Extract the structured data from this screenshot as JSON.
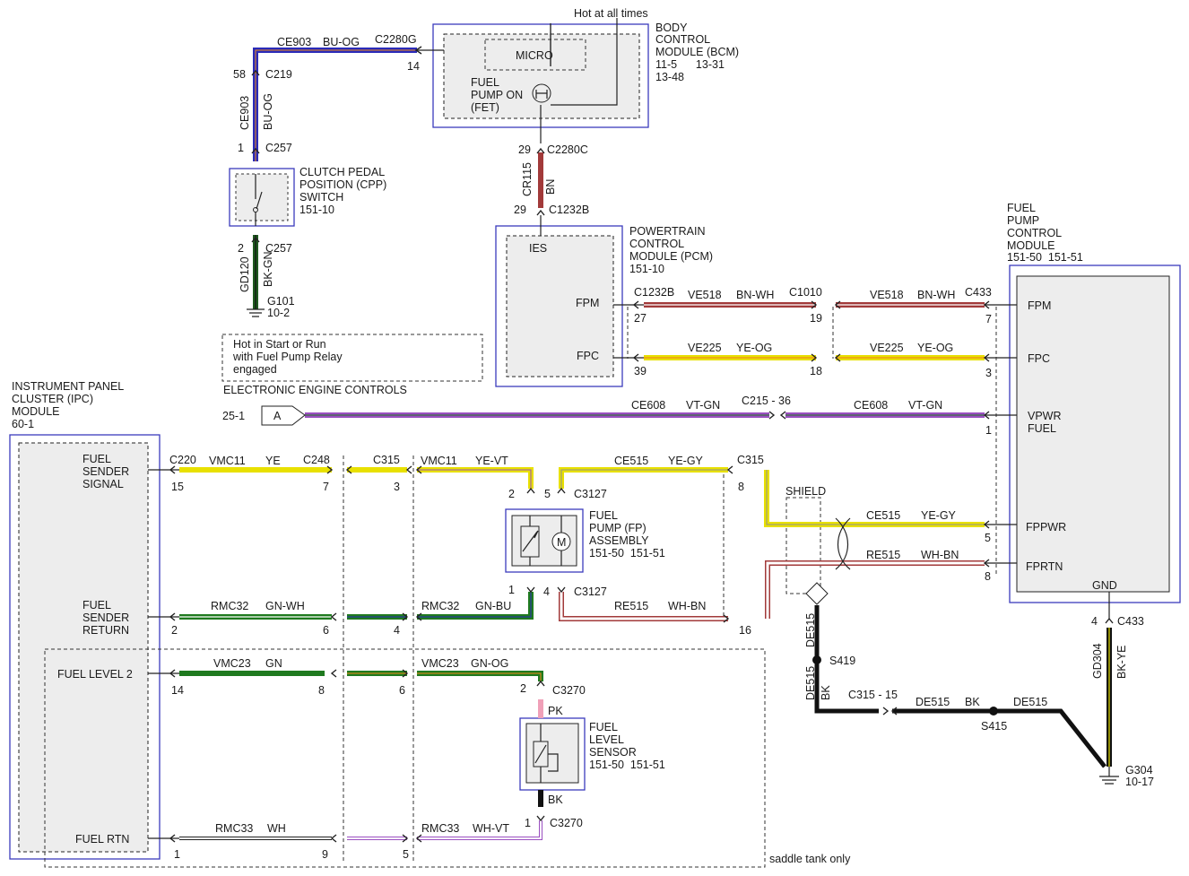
{
  "labels": {
    "hot_all_times": "Hot at all times",
    "bcm": [
      "BODY",
      "CONTROL",
      "MODULE (BCM)",
      "11-5      13-31",
      "13-48"
    ],
    "micro": "MICRO",
    "fet": [
      "FUEL",
      "PUMP ON",
      "(FET)"
    ],
    "ce903_top": "CE903",
    "buog_top": "BU-OG",
    "c2280g": "C2280G",
    "pin_14": "14",
    "pin_58": "58",
    "c219": "C219",
    "ce903_v": "CE903",
    "buog_v": "BU-OG",
    "pin_1_c257": "1",
    "c257_top": "C257",
    "cpp": [
      "CLUTCH PEDAL",
      "POSITION (CPP)",
      "SWITCH",
      "151-10"
    ],
    "pin_2_c257": "2",
    "c257_bot": "C257",
    "gd120": "GD120",
    "bkgn": "BK-GN",
    "g101": [
      "G101",
      "10-2"
    ],
    "hot_start": [
      "Hot in Start or Run",
      "with Fuel Pump Relay",
      "engaged"
    ],
    "eec": "ELECTRONIC ENGINE CONTROLS",
    "pin_29_top": "29",
    "c2280c": "C2280C",
    "cr115": "CR115",
    "bn": "BN",
    "pin_29_bot": "29",
    "c1232b_top": "C1232B",
    "pcm": [
      "POWERTRAIN",
      "CONTROL",
      "MODULE (PCM)",
      "151-10"
    ],
    "ies": "IES",
    "fpm_pcm": "FPM",
    "fpc_pcm": "FPC",
    "fpcm": [
      "FUEL",
      "PUMP",
      "CONTROL",
      "MODULE",
      "151-50  151-51"
    ],
    "c1232b_fpm": "C1232B",
    "ve518_a": "VE518",
    "bnwh_a": "BN-WH",
    "c1010": "C1010",
    "ve518_b": "VE518",
    "bnwh_b": "BN-WH",
    "c433_top": "C433",
    "pin_27": "27",
    "pin_19": "19",
    "pin_7_fpm": "7",
    "ve225_a": "VE225",
    "yeog_a": "YE-OG",
    "ve225_b": "VE225",
    "yeog_b": "YE-OG",
    "pin_39": "39",
    "pin_18": "18",
    "pin_3_fpc": "3",
    "fpm_right": "FPM",
    "fpc_right": "FPC",
    "vpwr": [
      "VPWR",
      "FUEL"
    ],
    "fppwr": "FPPWR",
    "fprtn": "FPRTN",
    "gnd": "GND",
    "ipc": [
      "INSTRUMENT PANEL",
      "CLUSTER (IPC)",
      "MODULE",
      "60-1"
    ],
    "ref_251": "25-1",
    "conn_a": "A",
    "ce608_a": "CE608",
    "vtgn_a": "VT-GN",
    "c215": "C215 - 36",
    "ce608_b": "CE608",
    "vtgn_b": "VT-GN",
    "pin_1_vpwr": "1",
    "fuel_sender_signal": [
      "FUEL",
      "SENDER",
      "SIGNAL"
    ],
    "fuel_sender_return": [
      "FUEL",
      "SENDER",
      "RETURN"
    ],
    "fuel_level_2": "FUEL LEVEL 2",
    "fuel_rtn": "FUEL RTN",
    "c220": "C220",
    "vmc11_a": "VMC11",
    "ye": "YE",
    "c248": "C248",
    "c315_a": "C315",
    "vmc11_b": "VMC11",
    "yevt": "YE-VT",
    "ce515_a": "CE515",
    "yegy_a": "YE-GY",
    "c315_b": "C315",
    "pin_15": "15",
    "pin_7_c248": "7",
    "pin_3_c315": "3",
    "pin_8_c315": "8",
    "pin_2_fp": "2",
    "pin_5_fp": "5",
    "c3127_top": "C3127",
    "fp_assembly": [
      "FUEL",
      "PUMP (FP)",
      "ASSEMBLY",
      "151-50  151-51"
    ],
    "motor": "M",
    "shield": "SHIELD",
    "ce515_b": "CE515",
    "yegy_b": "YE-GY",
    "pin_5_fppwr": "5",
    "re515_a": "RE515",
    "whbn_a": "WH-BN",
    "pin_8_fprtn": "8",
    "pin_1_fp": "1",
    "pin_4_fp": "4",
    "c3127_bot": "C3127",
    "rmc32_a": "RMC32",
    "gnwh": "GN-WH",
    "rmc32_b": "RMC32",
    "gnbu": "GN-BU",
    "re515_b": "RE515",
    "whbn_b": "WH-BN",
    "pin_2_ret": "2",
    "pin_6_ret": "6",
    "pin_4_ret": "4",
    "pin_16": "16",
    "de515_a": "DE515",
    "s419": "S419",
    "pin_4_c433": "4",
    "c433_bot": "C433",
    "gd304": "GD304",
    "bkye": "BK-YE",
    "vmc23_a": "VMC23",
    "gn": "GN",
    "vmc23_b": "VMC23",
    "gnog": "GN-OG",
    "pin_14_lvl": "14",
    "pin_8_lvl": "8",
    "pin_6_lvl": "6",
    "pin_2_c3270": "2",
    "c3270_top": "C3270",
    "pk": "PK",
    "fls": [
      "FUEL",
      "LEVEL",
      "SENSOR",
      "151-50  151-51"
    ],
    "bk_fls": "BK",
    "pin_1_c3270": "1",
    "c3270_bot": "C3270",
    "de515_b": "DE515",
    "bk_b": "BK",
    "c315_15": "C315 - 15",
    "de515_c": "DE515",
    "bk_c": "BK",
    "s415": "S415",
    "de515_d": "DE515",
    "g304": [
      "G304",
      "10-17"
    ],
    "rmc33_a": "RMC33",
    "wh": "WH",
    "rmc33_b": "RMC33",
    "whvt": "WH-VT",
    "pin_1_rtn": "1",
    "pin_9_rtn": "9",
    "pin_5_rtn": "5",
    "saddle": "saddle tank only"
  },
  "colors": {
    "BU": "#2a2ab8",
    "BN": "#a23a3a",
    "BK": "#111111",
    "GN": "#1f7a1f",
    "YE": "#e8e000",
    "OG": "#f08c1a",
    "VT": "#9a4fc0",
    "WH": "#ffffff",
    "PK": "#f0a0b8",
    "GY": "#909090",
    "module_fill": "#ededed",
    "module_border": "#3b3bbd"
  }
}
